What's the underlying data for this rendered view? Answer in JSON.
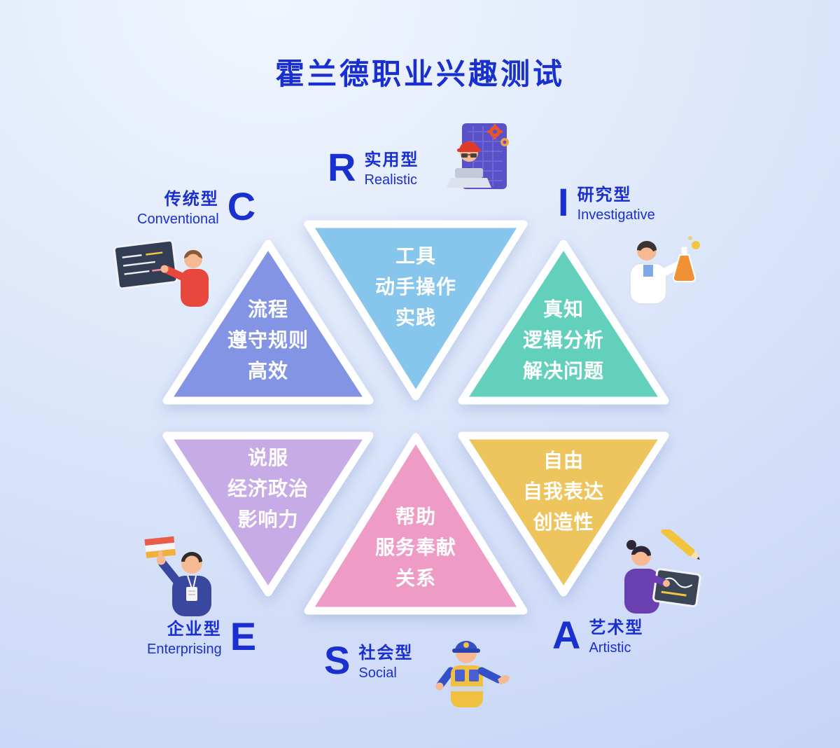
{
  "page": {
    "title": "霍兰德职业兴趣测试",
    "accent_text_color": "#1a2fd0",
    "background_top": "#f0f6fe",
    "background_bottom": "#c5d3f6"
  },
  "types": [
    {
      "id": "conventional",
      "letter": "C",
      "name_zh": "传统型",
      "name_en": "Conventional",
      "keywords": [
        "流程",
        "遵守规则",
        "高效"
      ],
      "color": "#8494e4",
      "icon": "teacher-blackboard-icon"
    },
    {
      "id": "realistic",
      "letter": "R",
      "name_zh": "实用型",
      "name_en": "Realistic",
      "keywords": [
        "工具",
        "动手操作",
        "实践"
      ],
      "color": "#87c6ec",
      "icon": "worker-laptop-icon"
    },
    {
      "id": "investigative",
      "letter": "I",
      "name_zh": "研究型",
      "name_en": "Investigative",
      "keywords": [
        "真知",
        "逻辑分析",
        "解决问题"
      ],
      "color": "#63d0bc",
      "icon": "scientist-flask-icon"
    },
    {
      "id": "enterprising",
      "letter": "E",
      "name_zh": "企业型",
      "name_en": "Enterprising",
      "keywords": [
        "说服",
        "经济政治",
        "影响力"
      ],
      "color": "#c7abe6",
      "icon": "business-presenter-icon"
    },
    {
      "id": "social",
      "letter": "S",
      "name_zh": "社会型",
      "name_en": "Social",
      "keywords": [
        "帮助",
        "服务奉献",
        "关系"
      ],
      "color": "#ee9cc6",
      "icon": "service-officer-icon"
    },
    {
      "id": "artistic",
      "letter": "A",
      "name_zh": "艺术型",
      "name_en": "Artistic",
      "keywords": [
        "自由",
        "自我表达",
        "创造性"
      ],
      "color": "#eec45c",
      "icon": "artist-drawing-icon"
    }
  ]
}
